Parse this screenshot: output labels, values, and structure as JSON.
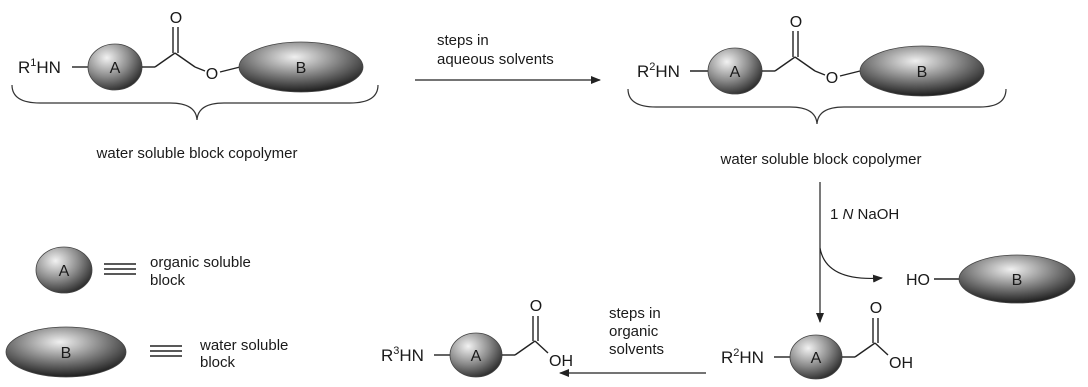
{
  "labels": {
    "block_a": "A",
    "block_b": "B",
    "r1": "R",
    "r1_sup": "1",
    "r2": "R",
    "r2_sup": "2",
    "r3": "R",
    "r3_sup": "3",
    "hn": "HN",
    "ho": "HO",
    "oh": "OH",
    "o": "O",
    "water_soluble_copolymer_1": "water soluble block copolymer",
    "water_soluble_copolymer_2": "water soluble block copolymer",
    "arrow1_line1": "steps in",
    "arrow1_line2": "aqueous solvents",
    "arrow2_reagent_pre": "1 ",
    "arrow2_reagent_italic": "N",
    "arrow2_reagent_post": " NaOH",
    "arrow3_line1": "steps in",
    "arrow3_line2": "organic",
    "arrow3_line3": "solvents",
    "legend_a_line1": "organic soluble",
    "legend_a_line2": "block",
    "legend_b_line1": "water soluble",
    "legend_b_line2": "block"
  },
  "colors": {
    "blob_light": "#eeeeee",
    "blob_dark": "#262626",
    "line": "#222222"
  }
}
